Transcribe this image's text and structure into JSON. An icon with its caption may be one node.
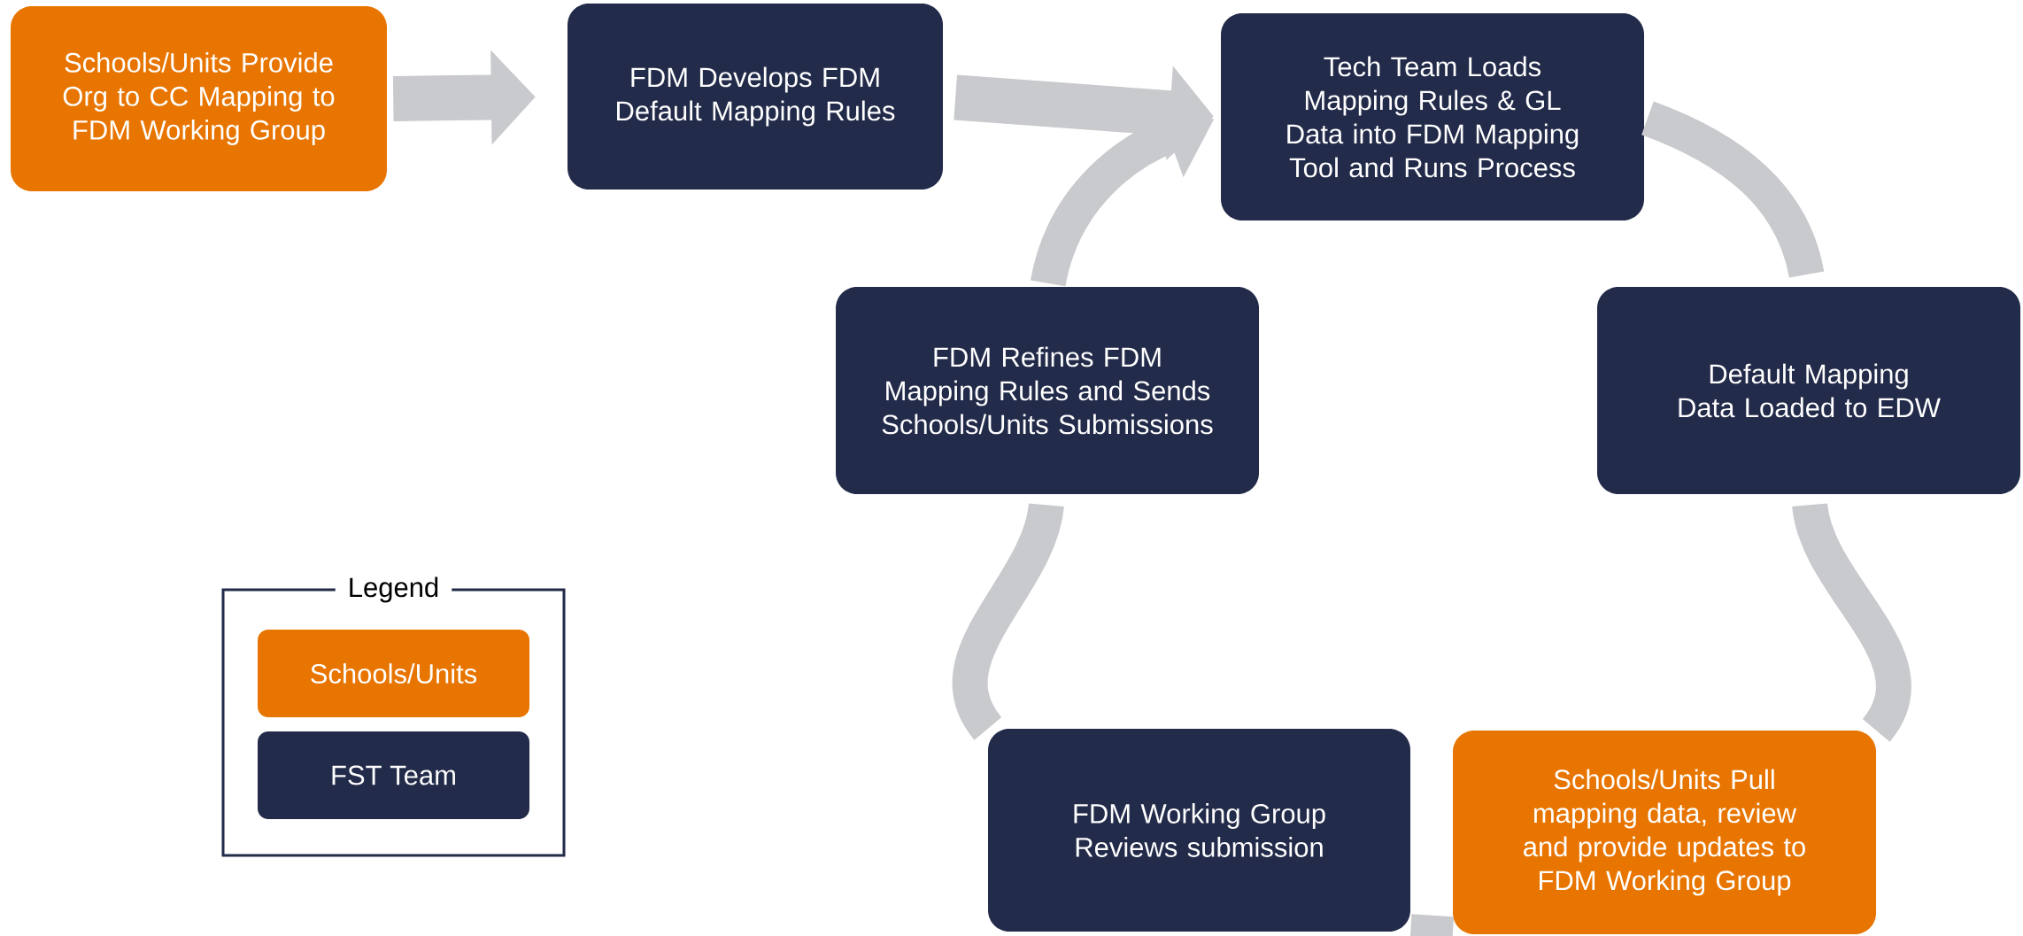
{
  "diagram": {
    "nodes": [
      {
        "text": [
          "Schools/Units Provide Org to CC Mapping to FDM Working Group"
        ]
      },
      {
        "text": [
          "FDM Develops FDM Default Mapping Rules"
        ]
      },
      {
        "text": [
          "Tech Team Loads Mapping Rules & GL Data into FDM Mapping Tool and Runs Process"
        ]
      },
      {
        "text": [
          "Default Mapping Data Loaded to EDW"
        ]
      },
      {
        "text": [
          "Schools/Units Pull mapping data, review and provide updates to FDM Working Group"
        ]
      },
      {
        "text": [
          "FDM Working Group Reviews submission"
        ]
      },
      {
        "text": [
          "FDM Refines FDM Mapping Rules and Sends Schools/Units Submissions"
        ]
      }
    ],
    "edges": [
      {
        "from": 0,
        "to": 1,
        "arrow": "to"
      },
      {
        "from": 1,
        "to": 2,
        "arrow": "to"
      },
      {
        "from": 2,
        "to": 3,
        "arrow": "none"
      },
      {
        "from": 3,
        "to": 4,
        "arrow": "none"
      },
      {
        "from": 4,
        "to": 5,
        "arrow": "none"
      },
      {
        "from": 5,
        "to": 6,
        "arrow": "none"
      },
      {
        "from": 6,
        "to": 2,
        "arrow": "to"
      }
    ],
    "labels": [
      "Legend"
    ],
    "legend": [
      {
        "text": "Schools/Units",
        "color": "#e87500"
      },
      {
        "text": "FST Team",
        "color": "#232b4a"
      }
    ]
  }
}
